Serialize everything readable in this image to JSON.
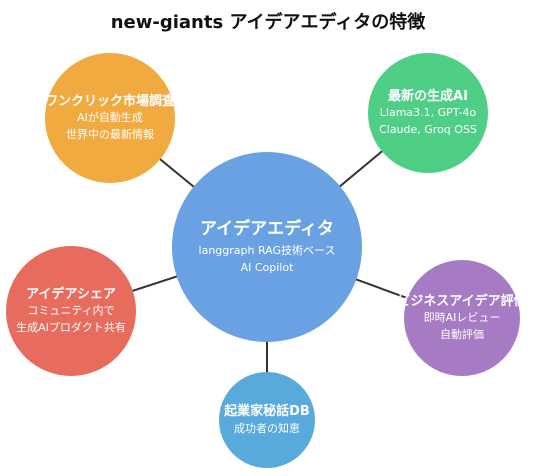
{
  "title": "new-giants アイデアエディタの特徴",
  "colors": {
    "center": "#6aa1e2",
    "market": "#f1aa40",
    "ai": "#4fcf86",
    "share": "#e86c5e",
    "biz": "#a77bc4",
    "db": "#58a9dc",
    "line": "#333333"
  },
  "center": {
    "title": "アイデアエディタ",
    "line1": "langgraph RAG技術ベース",
    "line2": "AI Copilot"
  },
  "nodes": {
    "market": {
      "title": "ワンクリック市場調査",
      "line1": "AIが自動生成",
      "line2": "世界中の最新情報"
    },
    "ai": {
      "title": "最新の生成AI",
      "line1": "Llama3.1, GPT-4o",
      "line2": "Claude, Groq OSS"
    },
    "share": {
      "title": "アイデアシェア",
      "line1": "コミュニティ内で",
      "line2": "生成AIプロダクト共有"
    },
    "biz": {
      "title": "ビジネスアイデア評価",
      "line1": "即時AIレビュー",
      "line2": "自動評価"
    },
    "db": {
      "title": "起業家秘話DB",
      "line1": "成功者の知恵"
    }
  }
}
